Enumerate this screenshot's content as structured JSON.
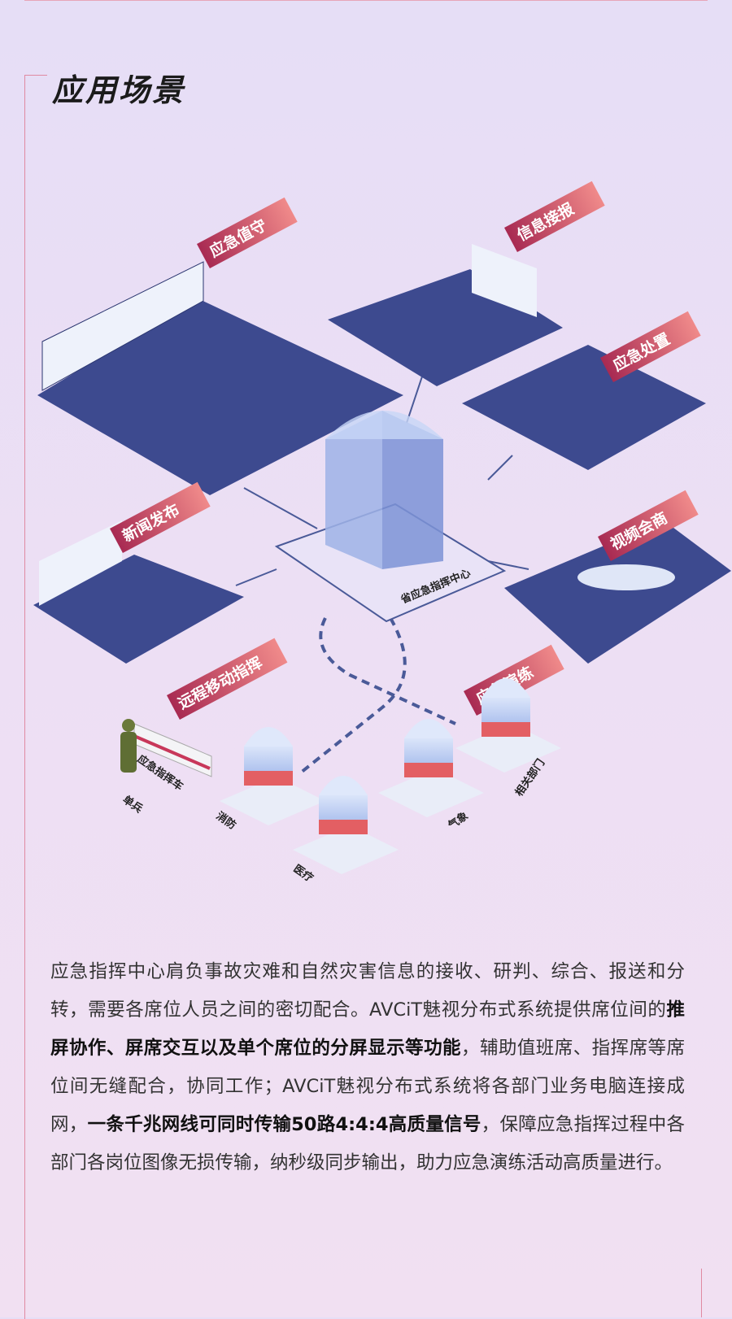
{
  "title": "应用场景",
  "scene": {
    "banners": {
      "duty": "应急值守",
      "info": "信息接报",
      "handling": "应急处置",
      "press": "新闻发布",
      "video": "视频会商",
      "remote": "远程移动指挥",
      "drill": "应急演练"
    },
    "center_label": "省应急指挥中心",
    "vehicle_label": "应急指挥车",
    "soldier_label": "单兵",
    "departments": [
      "消防",
      "医疗",
      "气象",
      "相关部门"
    ]
  },
  "body": {
    "p1": "应急指挥中心肩负事故灾难和自然灾害信息的接收、研判、综合、报送和分转，需要各席位人员之间的密切配合。AVCiT魅视分布式系统提供席位间的",
    "b1": "推屏协作、屏席交互以及单个席位的分屏显示等功能",
    "p2": "，辅助值班席、指挥席等席位间无缝配合，协同工作；AVCiT魅视分布式系统将各部门业务电脑连接成网，",
    "b2": "一条千兆网线可同时传输50路4:4:4高质量信号",
    "p3": "，保障应急指挥过程中各部门各岗位图像无损传输，纳秒级同步输出，助力应急演练活动高质量进行。"
  },
  "colors": {
    "platform": "#3d4a8f",
    "banner": "#c8385a",
    "accent": "#e08aa2"
  }
}
